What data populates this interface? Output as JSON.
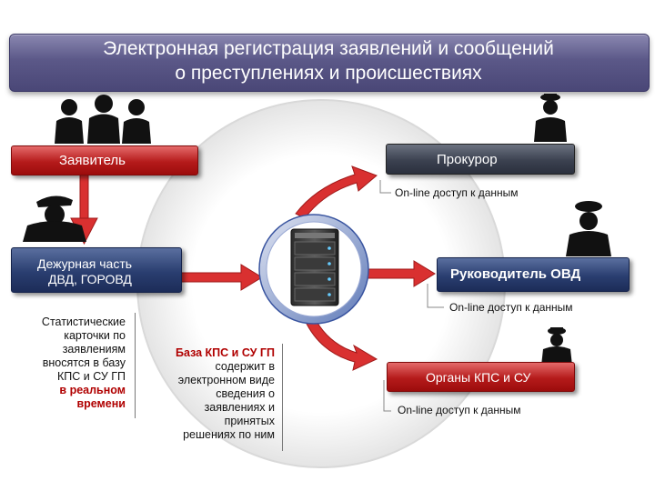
{
  "header": {
    "title_line1": "Электронная регистрация заявлений и сообщений",
    "title_line2": "о преступлениях и происшествиях"
  },
  "boxes": {
    "applicant": "Заявитель",
    "duty_line1": "Дежурная часть",
    "duty_line2": "ДВД, ГОРОВД",
    "prosecutor": "Прокурор",
    "ovd_head": "Руководитель ОВД",
    "kps": "Органы КПС и СУ"
  },
  "notes": {
    "online_prosecutor": "On-line доступ к данным",
    "online_ovd": "On-line доступ к данным",
    "online_kps": "On-line доступ к данным"
  },
  "stat_text": {
    "line1": "Статистические",
    "line2": "карточки по",
    "line3": "заявлениям",
    "line4": "вносятся в базу",
    "line5": "КПС и СУ ГП",
    "line6": "в реальном",
    "line7": "времени"
  },
  "db_text": {
    "line1": "База КПС и СУ ГП",
    "line2": "содержит в",
    "line3": "электронном виде",
    "line4": "сведения о",
    "line5": "заявлениях и",
    "line6": "принятых",
    "line7": "решениях по ним"
  },
  "colors": {
    "red": "#b51b1b",
    "navy": "#2a3e70",
    "arrow": "#d93030"
  }
}
